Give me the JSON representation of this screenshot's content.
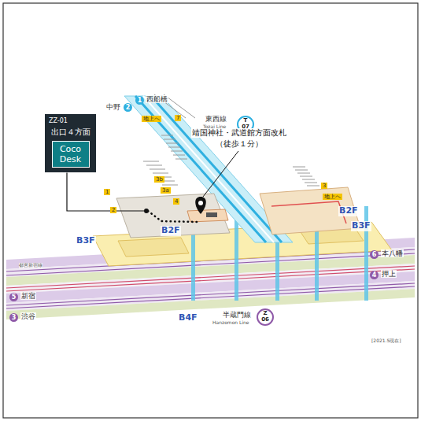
{
  "diagram": {
    "nodes": [
      {
        "text": [
          "ZZ-01",
          "出口４方面"
        ]
      },
      {
        "text": [
          "Coco Desk"
        ],
        "in": 0
      }
    ],
    "labels": [
      "1",
      "西船橋",
      "中野",
      "2",
      "地上へ",
      "7",
      "東西線",
      "Tozai Line",
      "T",
      "07",
      "3b",
      "3a",
      "1",
      "2",
      "4",
      "B2F",
      "B2F",
      "3",
      "地上へ",
      "B3F",
      "B3F",
      "6",
      "本八幡",
      "4",
      "押上",
      "都営新宿線",
      "5",
      "新宿",
      "3",
      "渋谷",
      "B4F",
      "半蔵門線",
      "Hanzomon Line",
      "Z",
      "06",
      "靖国神社・武道館方面改札",
      "（徒歩１分）",
      "[2021.5現在]"
    ]
  }
}
